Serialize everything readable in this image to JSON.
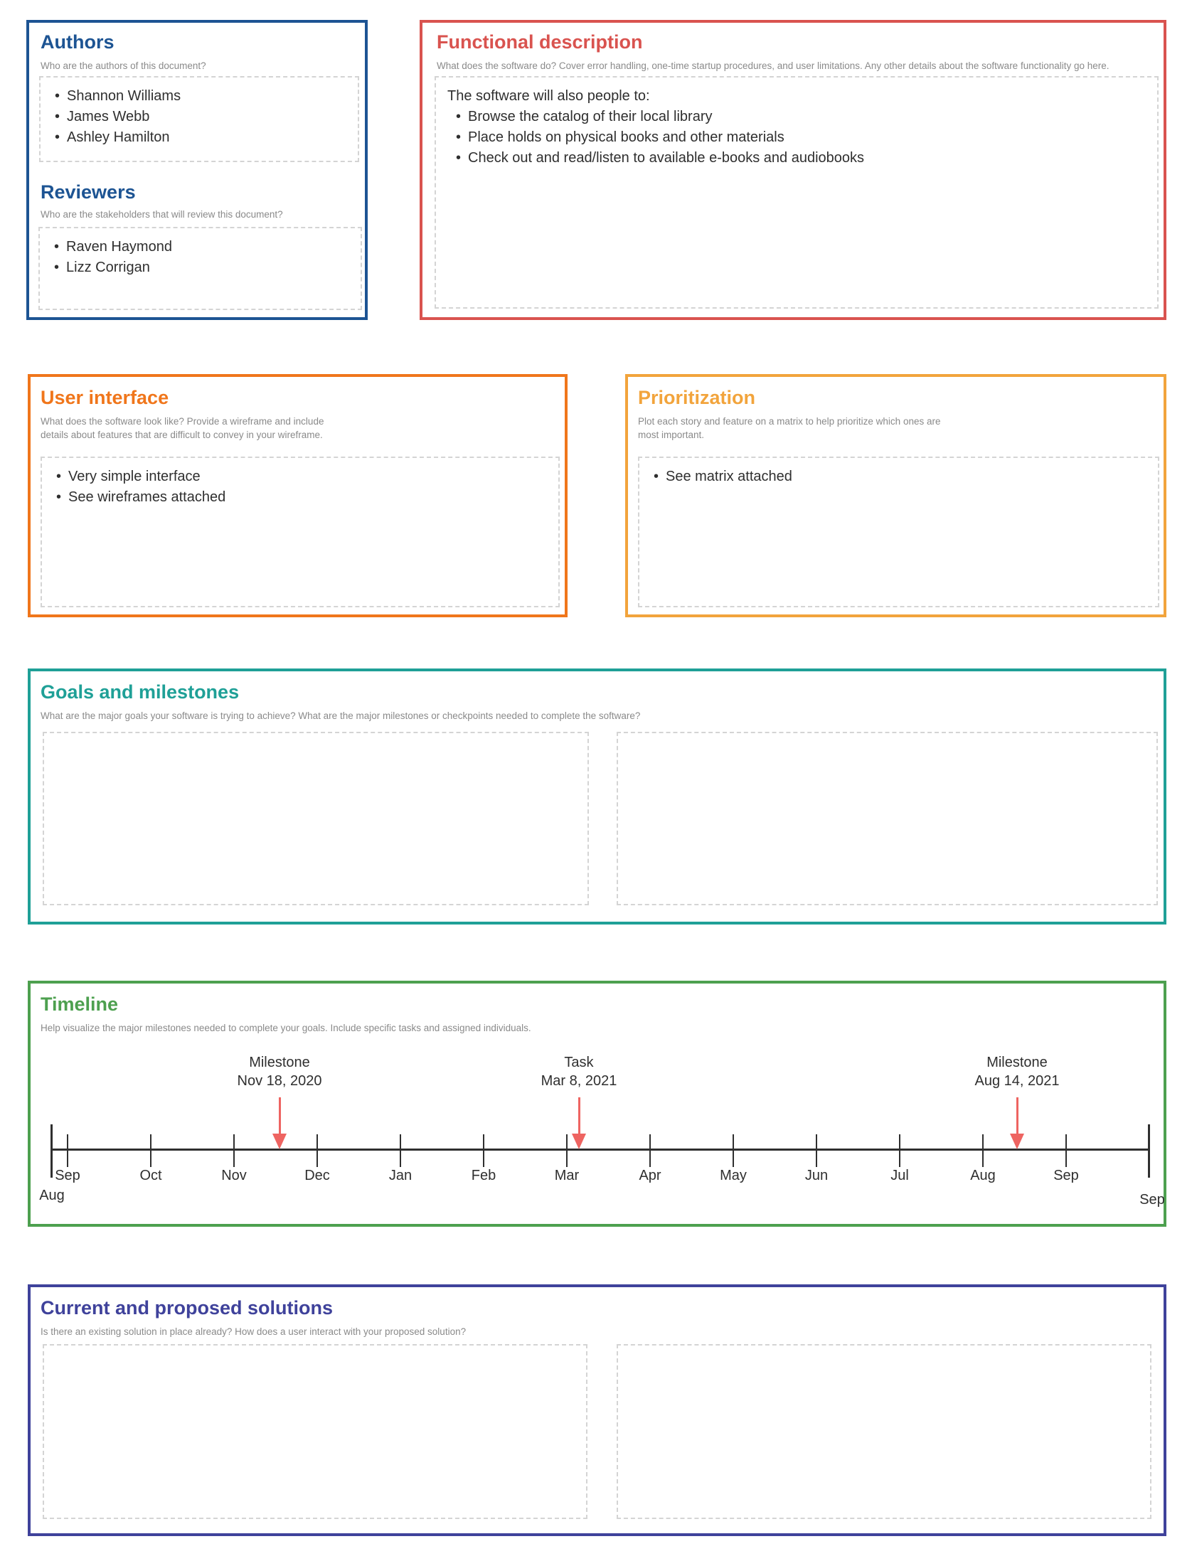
{
  "sections": {
    "authors": {
      "title": "Authors",
      "subtitle": "Who are the authors of this document?",
      "items": [
        "Shannon Williams",
        "James Webb",
        "Ashley Hamilton"
      ],
      "accent": "#1d5493"
    },
    "reviewers": {
      "title": "Reviewers",
      "subtitle": "Who are the stakeholders that will review this document?",
      "items": [
        "Raven Haymond",
        "Lizz Corrigan"
      ]
    },
    "functional": {
      "title": "Functional description",
      "subtitle": "What does the software do? Cover error handling, one-time startup procedures, and user limitations. Any other details about the software functionality go here.",
      "intro": "The software will also people to:",
      "items": [
        "Browse the catalog of their local library",
        "Place holds on physical books and other materials",
        "Check out and read/listen to available e-books and audiobooks"
      ],
      "accent": "#d9534f"
    },
    "user_interface": {
      "title": "User interface",
      "subtitle": "What does the software look like? Provide a wireframe and include details about features that are difficult to convey in your wireframe.",
      "items": [
        "Very simple interface",
        "See wireframes attached"
      ],
      "accent": "#f0761b"
    },
    "prioritization": {
      "title": "Prioritization",
      "subtitle": "Plot each story and feature on a matrix to help prioritize which ones are most important.",
      "items": [
        "See matrix attached"
      ],
      "accent": "#f2a43c"
    },
    "goals": {
      "title": "Goals and milestones",
      "subtitle": "What are the major goals your software is trying to achieve? What are the major milestones or checkpoints needed to complete the software?",
      "accent": "#1fa097"
    },
    "timeline": {
      "title": "Timeline",
      "subtitle": "Help visualize the major milestones needed to complete your goals. Include specific tasks and assigned individuals.",
      "accent": "#4da04f",
      "arrow_color": "#ee6461",
      "months": [
        "Sep",
        "Oct",
        "Nov",
        "Dec",
        "Jan",
        "Feb",
        "Mar",
        "Apr",
        "May",
        "Jun",
        "Jul",
        "Aug",
        "Sep"
      ],
      "start_label": "Aug",
      "end_label": "Sep",
      "events": [
        {
          "type": "Milestone",
          "date": "Nov 18, 2020"
        },
        {
          "type": "Task",
          "date": "Mar 8, 2021"
        },
        {
          "type": "Milestone",
          "date": "Aug 14, 2021"
        }
      ]
    },
    "solutions": {
      "title": "Current and proposed solutions",
      "subtitle": "Is there an existing solution in place already? How does a user interact with your proposed solution?",
      "accent": "#3f429b"
    }
  }
}
